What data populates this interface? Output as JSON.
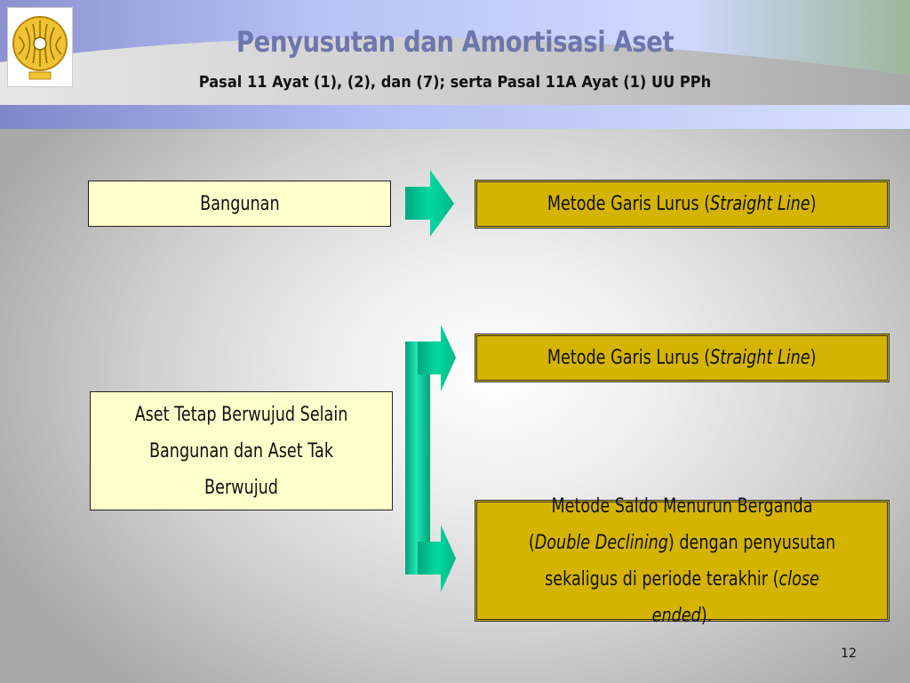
{
  "slide": {
    "title": "Penyusutan dan Amortisasi Aset",
    "subtitle": "Pasal 11 Ayat (1), (2), dan (7); serta Pasal 11A Ayat (1) UU PPh",
    "page_number": "12"
  },
  "colors": {
    "title": "#6d76ad",
    "source_box_fill": "#ffffcc",
    "method_box_fill": "#d4b400",
    "arrow": "#00c896",
    "header_band": "#a9b6f2"
  },
  "logo": {
    "icon": "university-crest-icon"
  },
  "diagram": {
    "nodes": {
      "bangunan": "Bangunan",
      "aset_tetap_line1": "Aset Tetap Berwujud Selain",
      "aset_tetap_line2": "Bangunan dan Aset Tak",
      "aset_tetap_line3": "Berwujud",
      "garis_lurus_1": {
        "prefix": "Metode Garis Lurus (",
        "italic": "Straight Line",
        "suffix": ")"
      },
      "garis_lurus_2": {
        "prefix": "Metode Garis Lurus (",
        "italic": "Straight Line",
        "suffix": ")"
      },
      "saldo_menurun": {
        "part1": "Metode Saldo Menurun Berganda (",
        "italic1": "Double Declining",
        "part2": ") dengan penyusutan sekaligus di periode terakhir (",
        "italic2": "close ended",
        "part3": ")."
      }
    },
    "edges": [
      {
        "from": "Bangunan",
        "to": "Metode Garis Lurus (Straight Line)"
      },
      {
        "from": "Aset Tetap Berwujud Selain Bangunan dan Aset Tak Berwujud",
        "to": "Metode Garis Lurus (Straight Line)"
      },
      {
        "from": "Aset Tetap Berwujud Selain Bangunan dan Aset Tak Berwujud",
        "to": "Metode Saldo Menurun Berganda (Double Declining) dengan penyusutan sekaligus di periode terakhir (close ended)."
      }
    ]
  }
}
